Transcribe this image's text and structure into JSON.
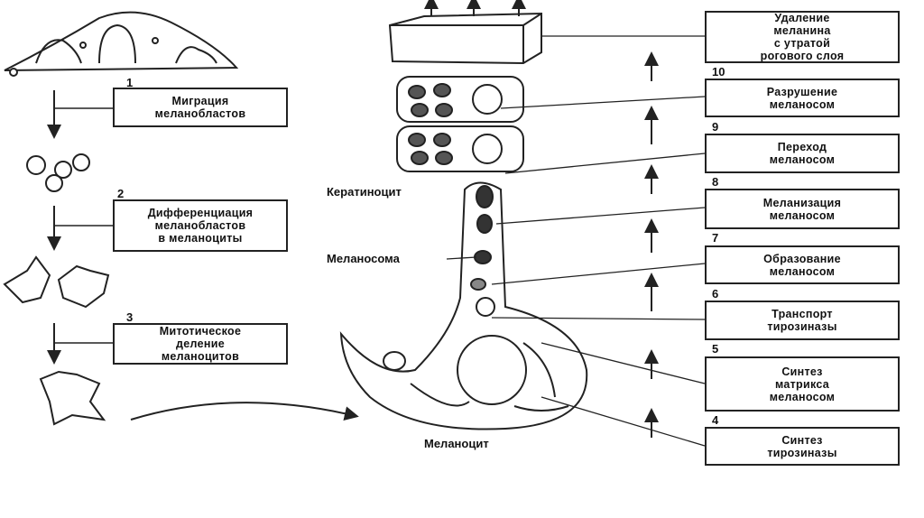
{
  "left_steps": [
    {
      "num": "1",
      "label": "Миграция\nмеланобластов"
    },
    {
      "num": "2",
      "label": "Дифференциация\nмеланобластов\nв меланоциты"
    },
    {
      "num": "3",
      "label": "Митотическое\nделение\nмеланоцитов"
    }
  ],
  "cell_labels": {
    "keratinocyte": "Кератиноцит",
    "melanosome": "Меланосома",
    "melanocyte": "Меланоцит"
  },
  "right_steps": [
    {
      "num": "",
      "label": "Удаление\nмеланина\nс утратой\nрогового слоя"
    },
    {
      "num": "10",
      "label": "Разрушение\nмеланосом"
    },
    {
      "num": "9",
      "label": "Переход\nмеланосом"
    },
    {
      "num": "8",
      "label": "Меланизация\nмеланосом"
    },
    {
      "num": "7",
      "label": "Образование\nмеланосом"
    },
    {
      "num": "6",
      "label": "Транспорт\nтирозиназы"
    },
    {
      "num": "5",
      "label": "Синтез\nматрикса\nмеланосом"
    },
    {
      "num": "4",
      "label": "Синтез\nтирозиназы"
    }
  ]
}
